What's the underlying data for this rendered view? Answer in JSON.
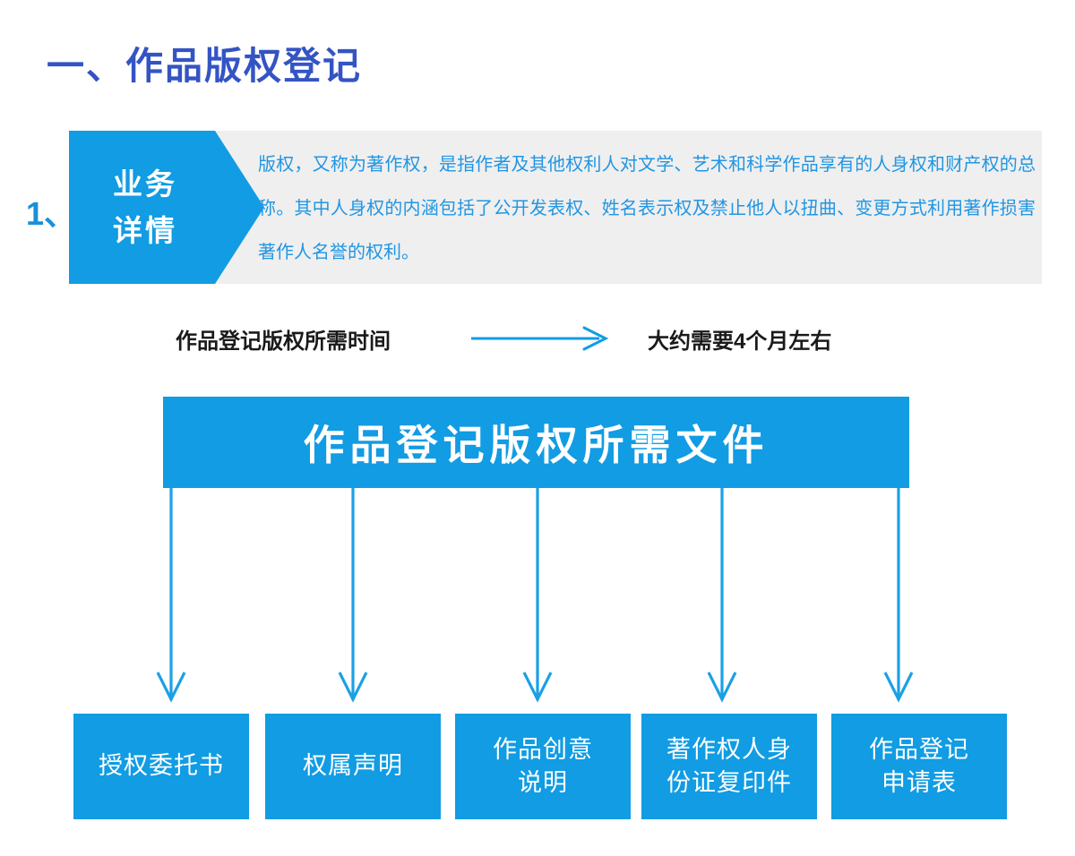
{
  "colors": {
    "title_blue": "#3454C4",
    "brand_blue": "#119CE3",
    "text_blue": "#2196E3",
    "gray_band": "#EFEFEF",
    "white": "#FFFFFF",
    "dark_text": "#1A1A1A"
  },
  "page": {
    "title": "一、作品版权登记"
  },
  "section": {
    "index": "1、",
    "tab_lines": [
      "业务",
      "详情"
    ],
    "detail_text": "版权，又称为著作权，是指作者及其他权利人对文学、艺术和科学作品享有的人身权和财产权的总称。其中人身权的内涵包括了公开发表权、姓名表示权及禁止他人以扭曲、变更方式利用著作损害著作人名誉的权利。"
  },
  "timing": {
    "label": "作品登记版权所需时间",
    "arrow_icon": "arrow-right-icon",
    "value": "大约需要4个月左右"
  },
  "documents": {
    "header": "作品登记版权所需文件",
    "items": [
      {
        "lines": [
          "授权委托书"
        ]
      },
      {
        "lines": [
          "权属声明"
        ]
      },
      {
        "lines": [
          "作品创意",
          "说明"
        ]
      },
      {
        "lines": [
          "著作权人身",
          "份证复印件"
        ]
      },
      {
        "lines": [
          "作品登记",
          "申请表"
        ]
      }
    ]
  }
}
